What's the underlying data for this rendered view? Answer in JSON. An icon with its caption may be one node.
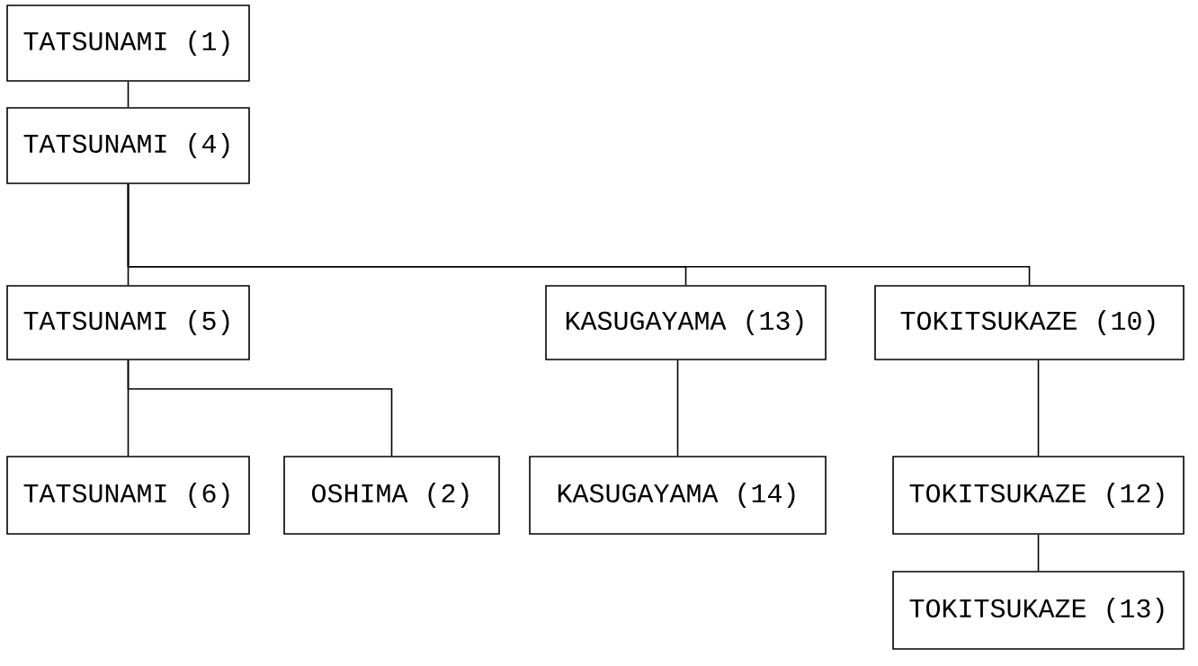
{
  "diagram": {
    "nodes": [
      {
        "text": [
          "TATSUNAMI (1)"
        ]
      },
      {
        "text": [
          "TATSUNAMI (4)"
        ]
      },
      {
        "text": [
          "TATSUNAMI (5)"
        ]
      },
      {
        "text": [
          "KASUGAYAMA (13)"
        ]
      },
      {
        "text": [
          "TOKITSUKAZE (10)"
        ]
      },
      {
        "text": [
          "TATSUNAMI (6)"
        ]
      },
      {
        "text": [
          "OSHIMA (2)"
        ]
      },
      {
        "text": [
          "KASUGAYAMA (14)"
        ]
      },
      {
        "text": [
          "TOKITSUKAZE (12)"
        ]
      },
      {
        "text": [
          "TOKITSUKAZE (13)"
        ]
      }
    ],
    "edges": [
      {
        "from": 0,
        "to": 1,
        "arrow": "none"
      },
      {
        "from": 1,
        "to": 2,
        "arrow": "none"
      },
      {
        "from": 1,
        "to": 3,
        "arrow": "none"
      },
      {
        "from": 1,
        "to": 4,
        "arrow": "none"
      },
      {
        "from": 2,
        "to": 5,
        "arrow": "none"
      },
      {
        "from": 2,
        "to": 6,
        "arrow": "none"
      },
      {
        "from": 3,
        "to": 7,
        "arrow": "none"
      },
      {
        "from": 4,
        "to": 8,
        "arrow": "none"
      },
      {
        "from": 8,
        "to": 9,
        "arrow": "none"
      }
    ]
  }
}
